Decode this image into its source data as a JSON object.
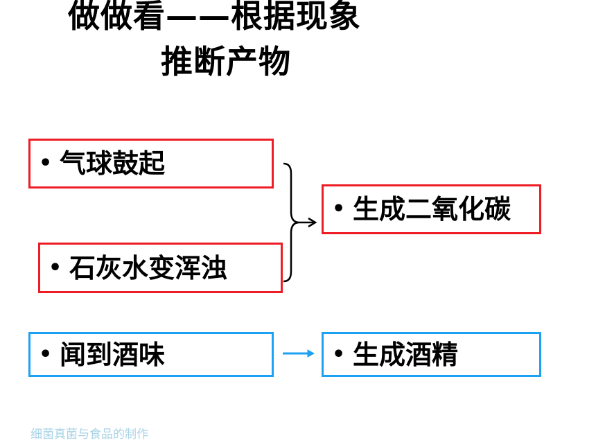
{
  "title": {
    "line1": "做做看——根据现象",
    "line2": "推断产物"
  },
  "bullet_glyph": "•",
  "phenomena": {
    "balloon": "气球鼓起",
    "limewater": "石灰水变浑浊",
    "smell": "闻到酒味"
  },
  "products": {
    "co2": "生成二氧化碳",
    "alcohol": "生成酒精"
  },
  "footer": "细菌真菌与食品的制作",
  "colors": {
    "red_border": "#ee1c24",
    "blue_border": "#1da1f2",
    "brace": "#000000",
    "arrow": "#1da1f2",
    "footer_text": "#a9d3e6"
  }
}
